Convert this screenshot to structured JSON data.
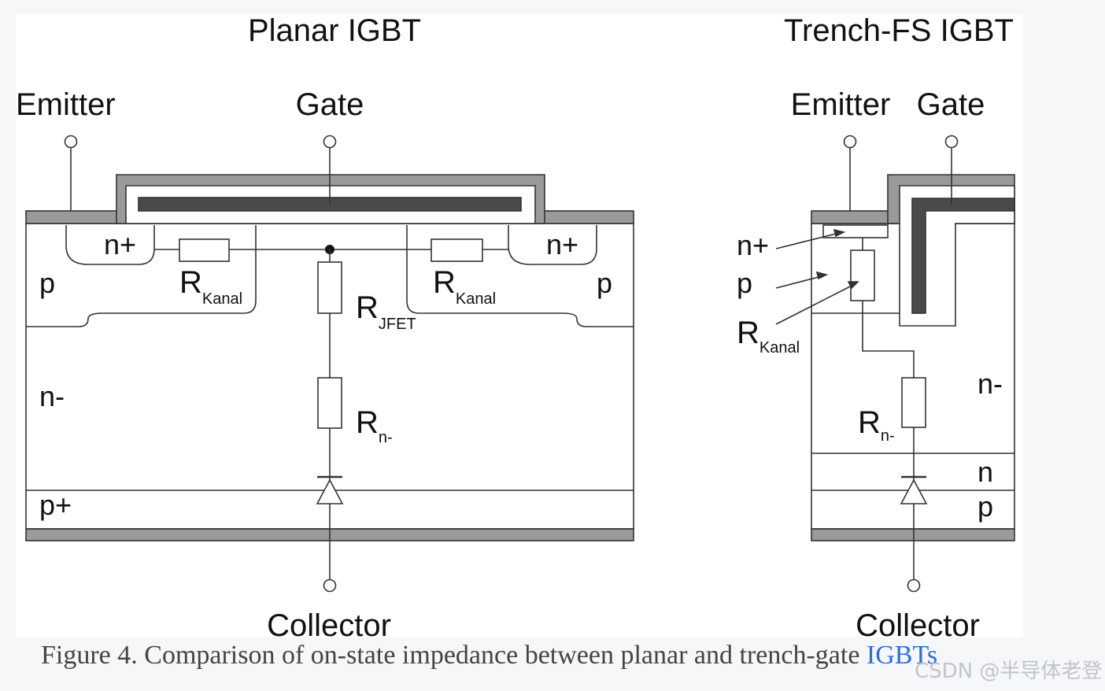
{
  "planar": {
    "title": "Planar IGBT",
    "emitter": "Emitter",
    "gate": "Gate",
    "collector": "Collector",
    "regions": {
      "n_plus_left": "n+",
      "n_plus_right": "n+",
      "p_left": "p",
      "p_right": "p",
      "n_minus": "n-",
      "p_plus": "p+"
    },
    "resistors": {
      "r_kanal_left": {
        "main": "R",
        "sub": "Kanal"
      },
      "r_kanal_right": {
        "main": "R",
        "sub": "Kanal"
      },
      "r_jfet": {
        "main": "R",
        "sub": "JFET"
      },
      "r_nminus": {
        "main": "R",
        "sub": "n-"
      }
    }
  },
  "trench": {
    "title": "Trench-FS IGBT",
    "emitter": "Emitter",
    "gate": "Gate",
    "collector": "Collector",
    "regions": {
      "n_plus": "n+",
      "p": "p",
      "n_minus": "n-",
      "n": "n",
      "p_bottom": "p"
    },
    "resistors": {
      "r_kanal": {
        "main": "R",
        "sub": "Kanal"
      },
      "r_nminus": {
        "main": "R",
        "sub": "n-"
      }
    }
  },
  "caption": {
    "text": "Figure 4. Comparison of on-state impedance between planar and trench-gate ",
    "link": "IGBTs"
  },
  "watermark": "CSDN @半导体老登",
  "colors": {
    "metal": "#9a9a9a",
    "gate_poly": "#4a4a4a",
    "line": "#333333",
    "panel": "#ffffff",
    "page": "#f6f7f9"
  }
}
